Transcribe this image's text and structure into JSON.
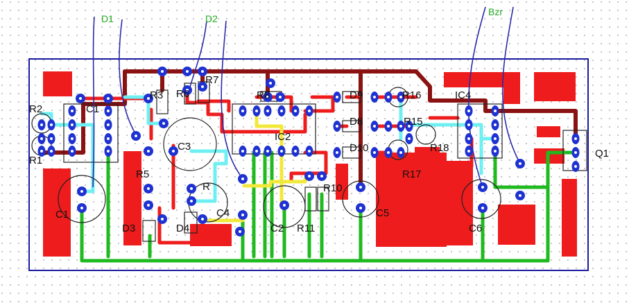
{
  "colors": {
    "background": "#ffffff",
    "grid_dot": "#9a9aa0",
    "board_outline": "#1a1aa0",
    "pad": "#1e32d2",
    "pad_hole": "#ffffff",
    "copper_fill": "#ee1c1c",
    "trace_red": "#ee1c1c",
    "trace_maroon": "#8b1212",
    "trace_green": "#1fba1f",
    "trace_cyan": "#6ef0f2",
    "trace_yellow": "#f2e83a",
    "wire": "#2a2aa8",
    "component_outline": "#222222",
    "label_text": "#111111",
    "external_label_text": "#22aa22"
  },
  "external_labels": {
    "d1": "D1",
    "d2": "D2",
    "bzr": "Bzr"
  },
  "component_labels": {
    "r1": "R1",
    "r2": "R2",
    "r3": "R3",
    "r5": "R5",
    "r6": "R6",
    "r7": "R7",
    "r8": "R8",
    "r9": "R",
    "r10": "R10",
    "r11": "R11",
    "r15": "R15",
    "r16": "R16",
    "r17": "R17",
    "r18": "R18",
    "c1": "C1",
    "c1b": "C1",
    "c2": "C2",
    "c3": "C3",
    "c4": "C4",
    "c5": "C5",
    "c6": "C6",
    "d3": "D3",
    "d4": "D4",
    "d8": "D8",
    "d9": "D9",
    "d10": "D10",
    "ic2": "IC2",
    "ic4": "IC4",
    "q1": "Q1"
  }
}
